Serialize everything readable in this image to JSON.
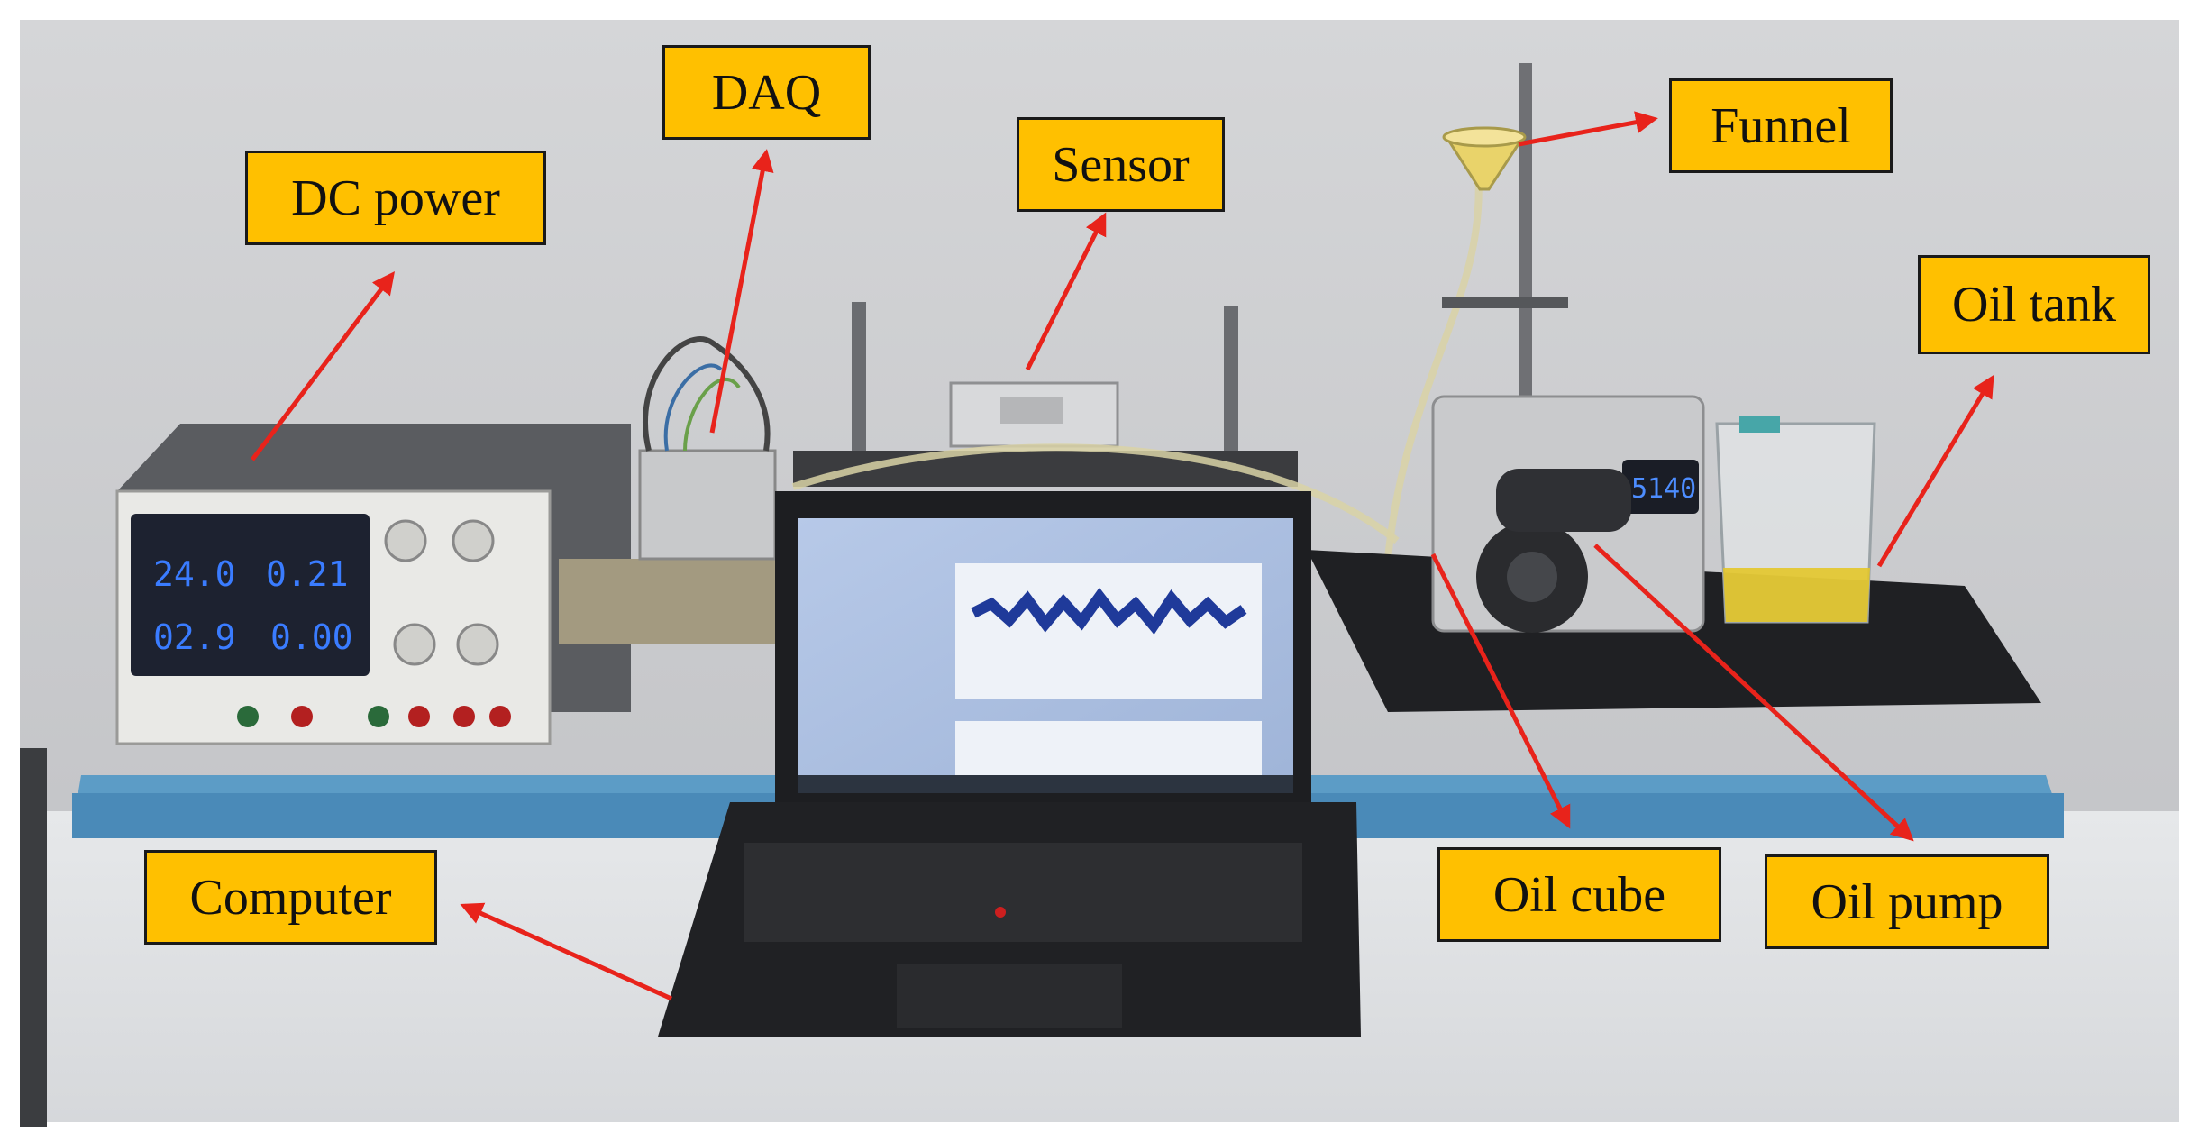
{
  "labels": {
    "dc_power": "DC power",
    "daq": "DAQ",
    "sensor": "Sensor",
    "funnel": "Funnel",
    "oil_tank": "Oil tank",
    "computer": "Computer",
    "oil_cube": "Oil cube",
    "oil_pump": "Oil pump"
  },
  "colors": {
    "label_fill": "#ffc000",
    "arrow": "#e8231b"
  }
}
